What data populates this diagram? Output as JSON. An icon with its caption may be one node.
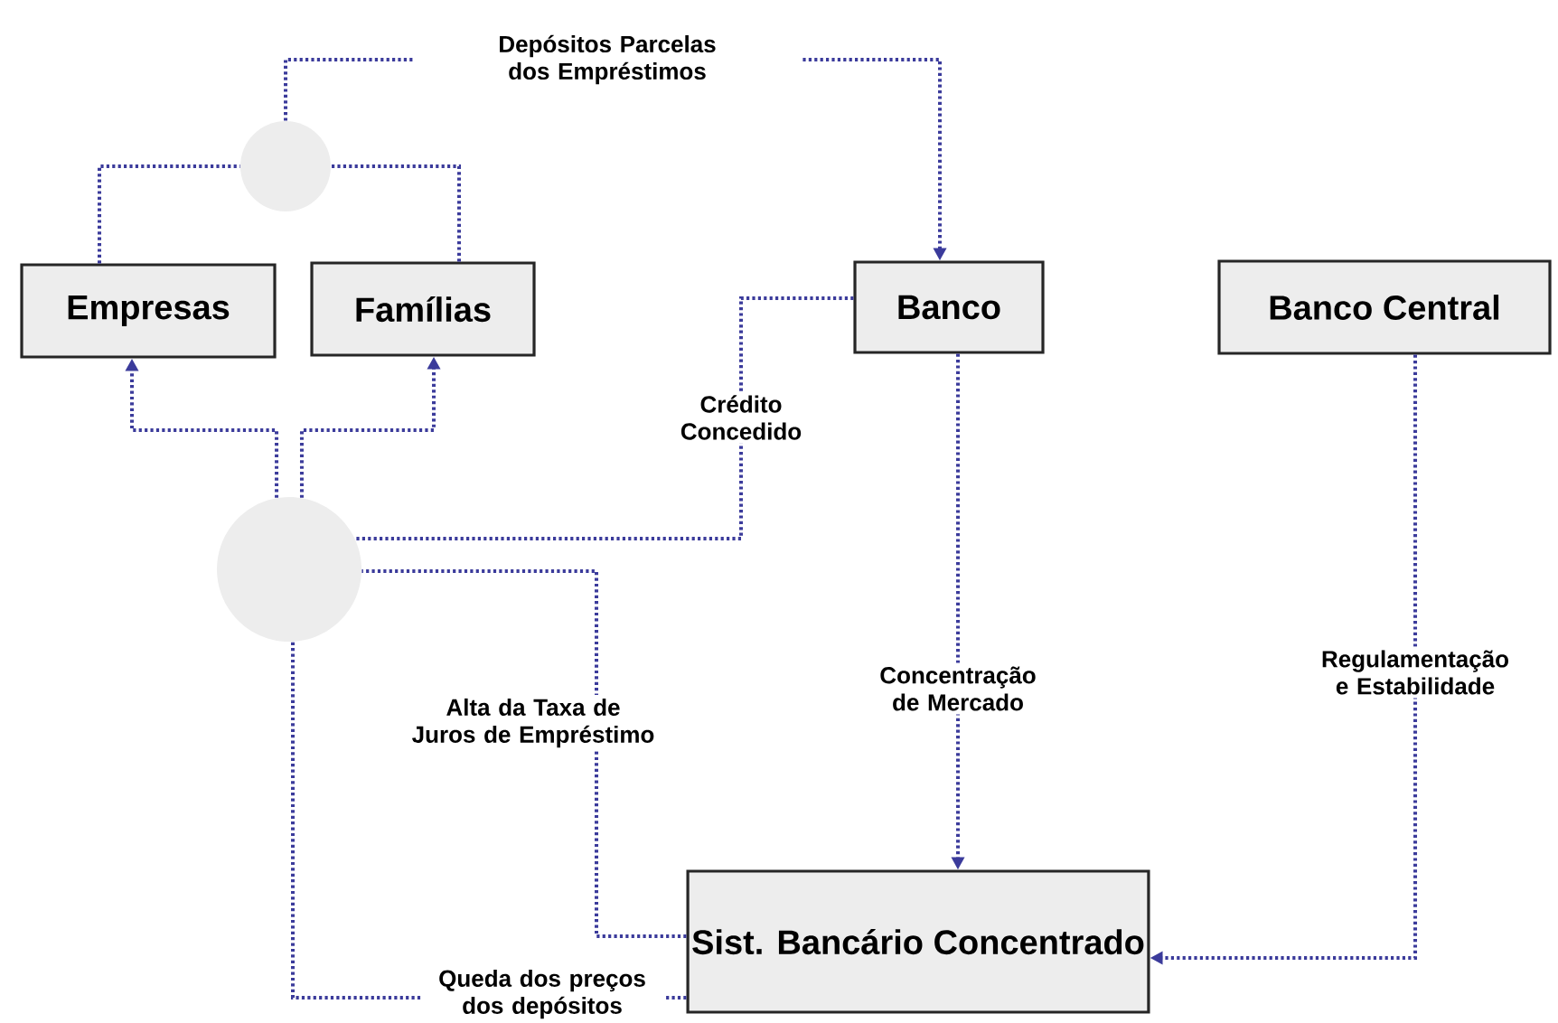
{
  "diagram": {
    "nodes": [
      {
        "text": [
          "Empresas"
        ]
      },
      {
        "text": [
          "Famílias"
        ]
      },
      {
        "text": [],
        "shape": "circle"
      },
      {
        "text": [
          "Banco"
        ]
      },
      {
        "text": [
          "Banco Central"
        ]
      },
      {
        "text": [],
        "shape": "circle"
      },
      {
        "text": [
          "Sist. Bancário Concentrado"
        ]
      }
    ],
    "edges": [
      {
        "from": 0,
        "to": 2,
        "arrow": "none"
      },
      {
        "from": 1,
        "to": 2,
        "arrow": "none"
      },
      {
        "from": 2,
        "to": 3,
        "arrow": "to",
        "label": "Depósitos Parcelas dos Empréstimos"
      },
      {
        "from": 3,
        "to": 5,
        "arrow": "none",
        "label": "Crédito Concedido"
      },
      {
        "from": 5,
        "to": 0,
        "arrow": "to"
      },
      {
        "from": 5,
        "to": 1,
        "arrow": "to"
      },
      {
        "from": 3,
        "to": 6,
        "arrow": "to",
        "label": "Concentração de Mercado"
      },
      {
        "from": 4,
        "to": 6,
        "arrow": "to",
        "label": "Regulamentação e Estabilidade"
      },
      {
        "from": 6,
        "to": 5,
        "arrow": "none",
        "label": "Alta da Taxa de Juros de Empréstimo"
      },
      {
        "from": 6,
        "to": 5,
        "arrow": "none",
        "label": "Queda dos preços dos depósitos"
      }
    ]
  }
}
